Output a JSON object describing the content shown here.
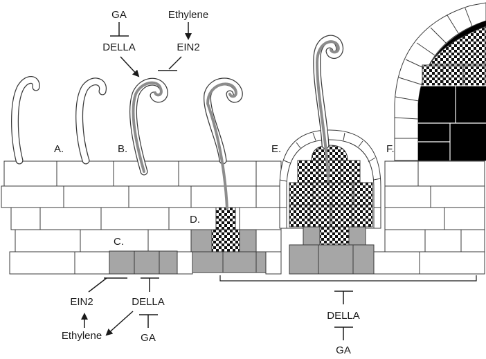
{
  "diagram": {
    "stage_labels": {
      "a": "A.",
      "b": "B.",
      "c": "C.",
      "d": "D.",
      "e": "E.",
      "f": "F."
    },
    "top_left": {
      "ga": "GA",
      "della": "DELLA",
      "ethylene": "Ethylene",
      "ein2": "EIN2"
    },
    "bottom_left": {
      "ein2": "EIN2",
      "della": "DELLA",
      "ethylene": "Ethylene",
      "ga": "GA"
    },
    "bottom_right": {
      "della": "DELLA",
      "ga": "GA"
    },
    "colors": {
      "outline": "#3a3a3a",
      "grey_cell": "#a6a6a6",
      "hypha": "#8c8c8c",
      "black_cell": "#000000"
    }
  }
}
